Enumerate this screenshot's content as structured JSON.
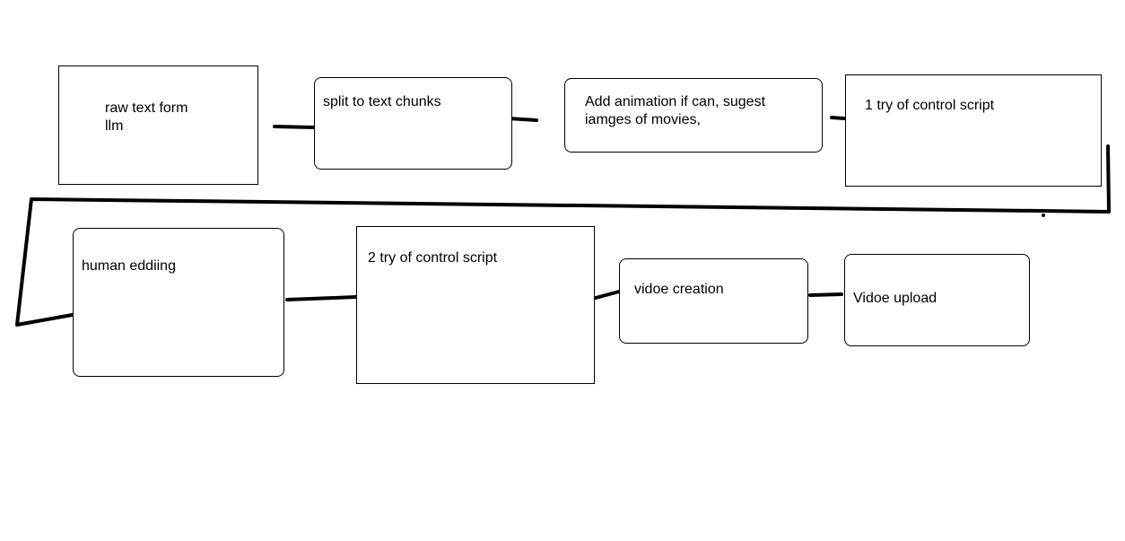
{
  "diagram": {
    "nodes": [
      {
        "id": "raw-text",
        "label": "raw text form\nllm"
      },
      {
        "id": "split-chunks",
        "label": "split to text chunks"
      },
      {
        "id": "add-animation",
        "label": "Add animation if can, sugest\niamges of movies,"
      },
      {
        "id": "try1-control",
        "label": "1 try of control script"
      },
      {
        "id": "human-editing",
        "label": "human eddiing"
      },
      {
        "id": "try2-control",
        "label": "2 try of control script"
      },
      {
        "id": "video-creation",
        "label": "vidoe creation"
      },
      {
        "id": "video-upload",
        "label": "Vidoe upload"
      }
    ],
    "connections": [
      [
        "raw-text",
        "split-chunks"
      ],
      [
        "split-chunks",
        "add-animation"
      ],
      [
        "add-animation",
        "try1-control"
      ],
      [
        "try1-control",
        "human-editing"
      ],
      [
        "human-editing",
        "try2-control"
      ],
      [
        "try2-control",
        "video-creation"
      ],
      [
        "video-creation",
        "video-upload"
      ]
    ],
    "colors": {
      "line": "#000000",
      "box_border": "#000000",
      "background": "#ffffff"
    }
  }
}
